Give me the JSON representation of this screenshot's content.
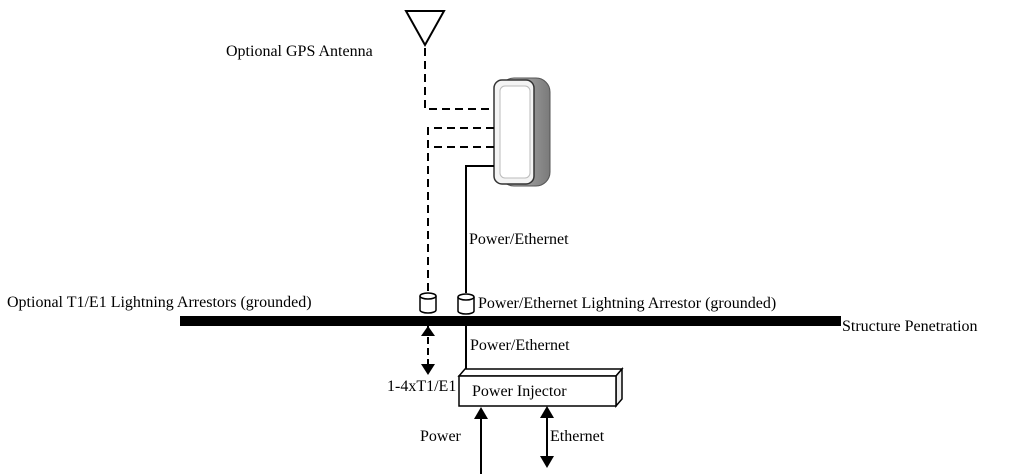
{
  "labels": {
    "gps_antenna": "Optional GPS Antenna",
    "power_ethernet_upper": "Power/Ethernet",
    "t1e1_arrestors": "Optional T1/E1 Lightning Arrestors (grounded)",
    "pe_arrestor": "Power/Ethernet Lightning Arrestor (grounded)",
    "structure_penetration": "Structure Penetration",
    "power_ethernet_lower": "Power/Ethernet",
    "t1e1_count": "1-4xT1/E1",
    "power_injector": "Power Injector",
    "power": "Power",
    "ethernet": "Ethernet"
  },
  "colors": {
    "line": "#000000",
    "radio_body": "#9a9a9a",
    "radio_face": "#ffffff"
  }
}
